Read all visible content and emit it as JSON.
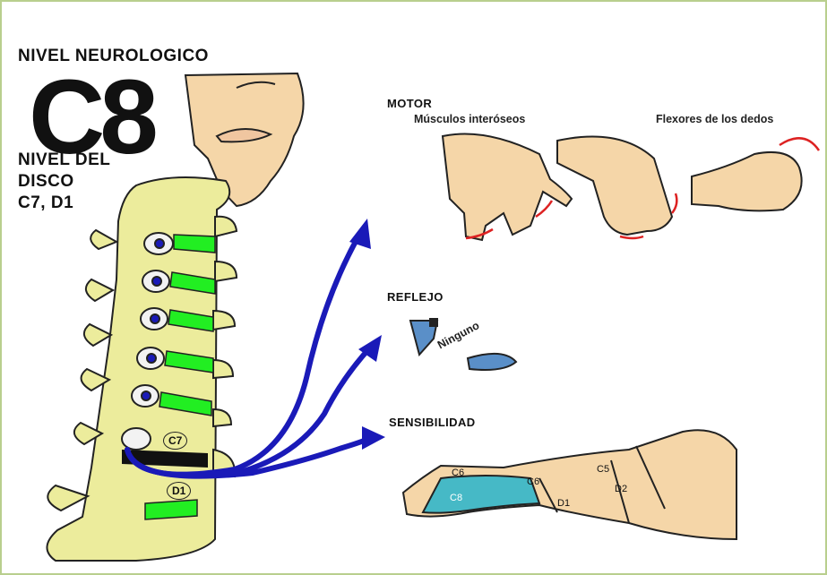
{
  "header": {
    "line1": "NIVEL   NEUROLOGICO",
    "level": "C8",
    "line2": "NIVEL    DEL",
    "line3": "DISCO",
    "line4": "C7, D1"
  },
  "motor": {
    "title": "MOTOR",
    "muscles_left": "Músculos interóseos",
    "muscles_right": "Flexores de los dedos"
  },
  "reflex": {
    "title": "REFLEJO",
    "value": "Ninguno"
  },
  "sensory": {
    "title": "SENSIBILIDAD",
    "dermatomes": [
      "C6",
      "C6",
      "C8",
      "C5",
      "D1",
      "D2"
    ]
  },
  "spine": {
    "labels": [
      "C7",
      "D1"
    ]
  },
  "colors": {
    "bone": "#ecec9c",
    "bone_outline": "#222222",
    "nerve_green": "#22ee22",
    "arrow_blue": "#1a1ab8",
    "skin": "#f5d6a8",
    "dermatome_c8": "#46b9c6",
    "frame_border": "#b9cf8e"
  }
}
